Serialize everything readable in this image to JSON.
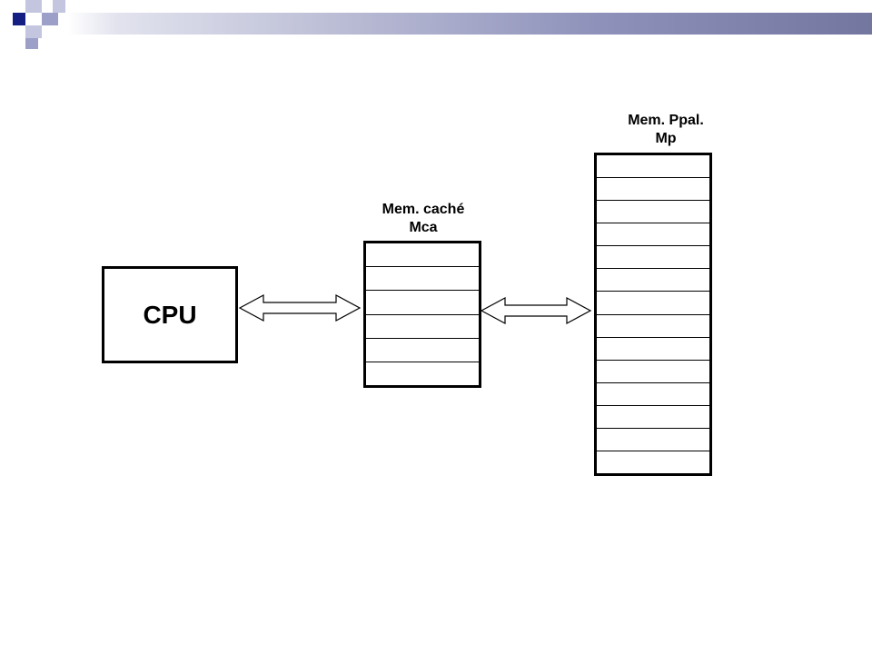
{
  "diagram": {
    "cpu": {
      "label": "CPU"
    },
    "cache_memory": {
      "label_line1": "Mem. caché",
      "label_line2": "Mca",
      "slots": 6
    },
    "main_memory": {
      "label_line1": "Mem. Ppal.",
      "label_line2": "Mp",
      "slots": 14
    },
    "connections": [
      {
        "from": "CPU",
        "to": "Mca",
        "type": "bidirectional"
      },
      {
        "from": "Mca",
        "to": "Mp",
        "type": "bidirectional"
      }
    ]
  }
}
